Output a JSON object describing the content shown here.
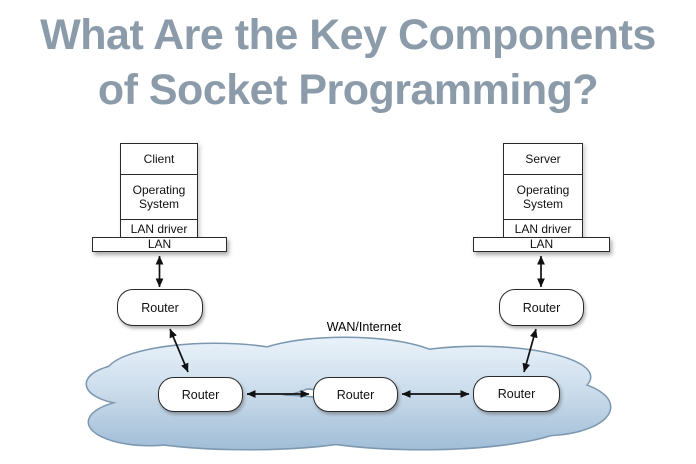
{
  "title": {
    "line1": "What Are the Key Components",
    "line2": "of Socket Programming?"
  },
  "diagram": {
    "client_stack": {
      "application": "Client",
      "os": "Operating System",
      "driver": "LAN driver",
      "lan": "LAN"
    },
    "server_stack": {
      "application": "Server",
      "os": "Operating System",
      "driver": "LAN driver",
      "lan": "LAN"
    },
    "client_router": "Router",
    "server_router": "Router",
    "wan": {
      "label": "WAN/Internet",
      "routers": [
        "Router",
        "Router",
        "Router"
      ]
    }
  },
  "colors": {
    "title_color": "#8C9BAA",
    "cloud_top": "#E9F2FA",
    "cloud_mid": "#CCDDEC",
    "cloud_bottom": "#9FBCD6",
    "cloud_outline": "#7C97B0",
    "ink": "#111111",
    "box_border": "#2A2A2A"
  }
}
